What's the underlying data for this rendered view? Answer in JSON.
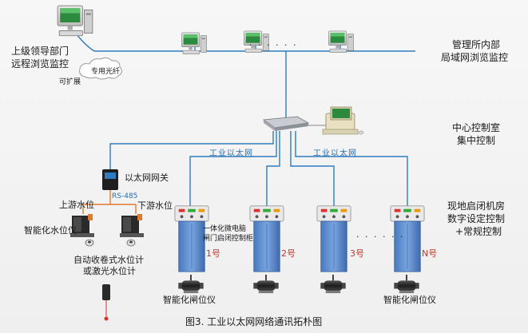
{
  "labels": {
    "leader_line1": "上级领导部门",
    "leader_line2": "远程浏览监控",
    "expandable": "可扩展",
    "fiber": "专用光纤",
    "lan_line1": "管理所内部",
    "lan_line2": "局域网浏览监控",
    "dots_top": "· · · · · ·",
    "central_line1": "中心控制室",
    "central_line2": "集中控制",
    "ethernet_left": "工业以太网",
    "ethernet_right": "工业以太网",
    "gateway": "以太网网关",
    "rs485": "RS-485",
    "upstream": "上游水位",
    "downstream": "下游水位",
    "level_meter": "智能化水位仪",
    "sensor_line1": "自动收卷式水位计",
    "sensor_line2": "或激光水位计",
    "cabinet_line1": "一体化微电脑",
    "cabinet_line2": "闸门启闭控制柜",
    "num1": "1号",
    "num2": "2号",
    "num3": "3号",
    "numN": "N号",
    "dots_bottom": "· · · · · ·",
    "gatemeter_left": "智能化闸位仪",
    "gatemeter_right": "智能化闸位仪",
    "site_line1": "现地启闭机房",
    "site_line2": "数字设定控制",
    "site_line3": "+常规控制",
    "caption": "图3.  工业以太网网络通讯拓朴图"
  },
  "colors": {
    "network_line": "#2f7dc0",
    "cabinet_body": "#5f8fd0",
    "cabinet_panel": "#ececec",
    "meter_dark": "#2b2b2b",
    "accent_red": "#d9302a",
    "rs485_orange": "#e07a2f"
  },
  "icons": {
    "workstation": "desktop-computer-icon",
    "cloud": "cloud-icon",
    "switch": "network-switch-icon",
    "gateway": "ethernet-gateway-icon",
    "cabinet": "control-cabinet-icon",
    "gate_meter": "gate-position-meter-icon",
    "level_meter": "water-level-meter-icon",
    "float": "float-sensor-icon",
    "laser": "laser-sensor-icon"
  }
}
